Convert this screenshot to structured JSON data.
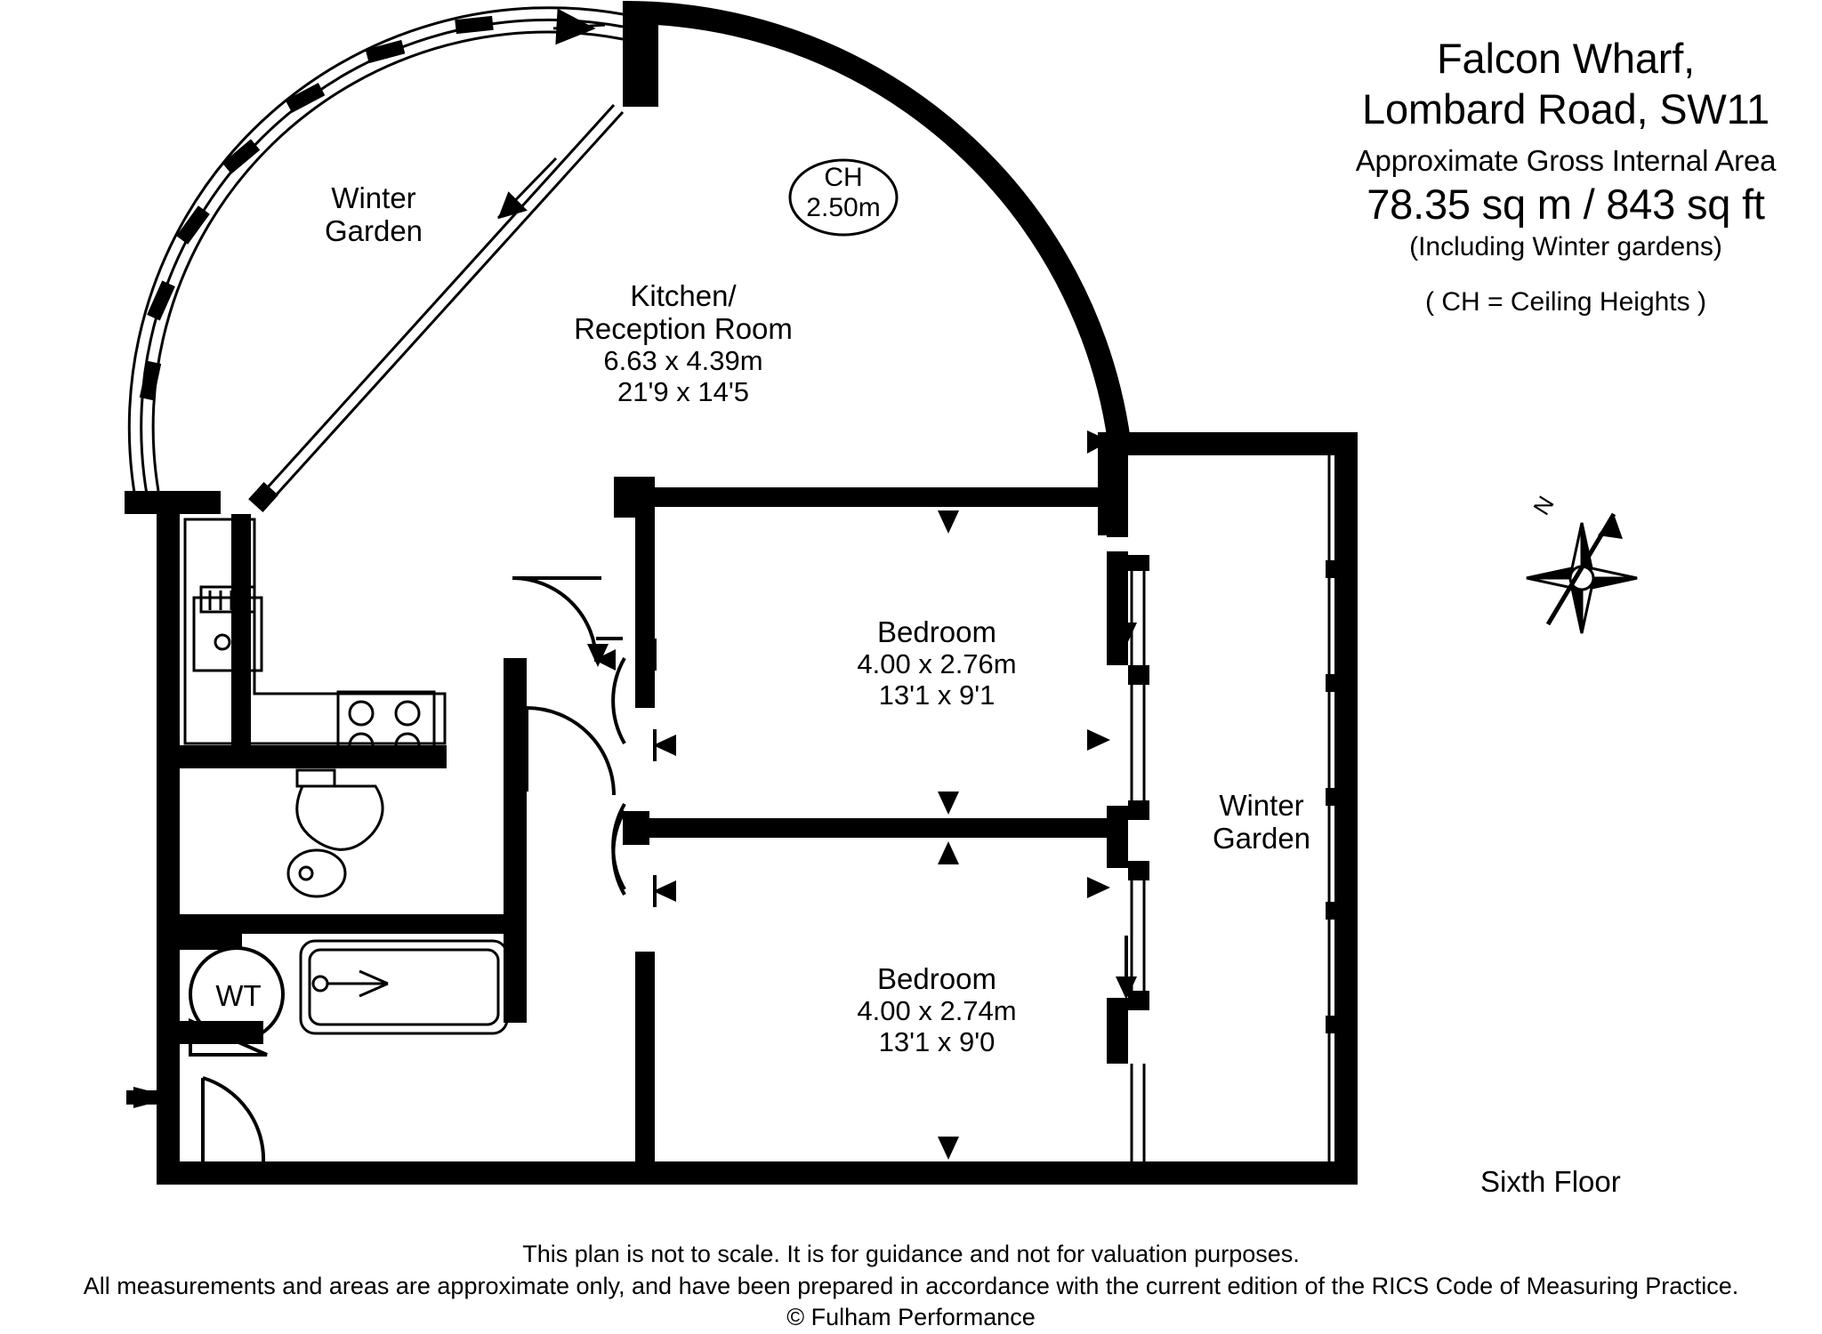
{
  "title_block": {
    "line1": "Falcon Wharf,",
    "line2": "Lombard Road, SW11",
    "approx_label": "Approximate Gross Internal Area",
    "area": "78.35 sq m  /  843 sq ft",
    "including": "(Including Winter gardens)",
    "ch_legend": "( CH = Ceiling Heights )"
  },
  "ceiling_height": {
    "label": "CH",
    "value": "2.50m"
  },
  "rooms": {
    "winter_garden_topleft": {
      "line1": "Winter",
      "line2": "Garden"
    },
    "kitchen_reception": {
      "line1": "Kitchen/",
      "line2": "Reception Room",
      "metric": "6.63 x 4.39m",
      "imperial": "21'9 x 14'5"
    },
    "bedroom_1": {
      "name": "Bedroom",
      "metric": "4.00 x 2.76m",
      "imperial": "13'1 x 9'1"
    },
    "bedroom_2": {
      "name": "Bedroom",
      "metric": "4.00 x 2.74m",
      "imperial": "13'1 x 9'0"
    },
    "winter_garden_right": {
      "line1": "Winter",
      "line2": "Garden"
    }
  },
  "fixtures": {
    "water_tank": "WT"
  },
  "compass": {
    "north": "N"
  },
  "floor_label": "Sixth Floor",
  "footer": {
    "line1": "This plan is not to scale. It is for guidance and not for valuation purposes.",
    "line2": "All measurements and areas are approximate only, and have been prepared in accordance with the current edition of the RICS Code of Measuring Practice.",
    "line3": "© Fulham Performance"
  },
  "colors": {
    "ink": "#000000",
    "paper": "#ffffff"
  }
}
